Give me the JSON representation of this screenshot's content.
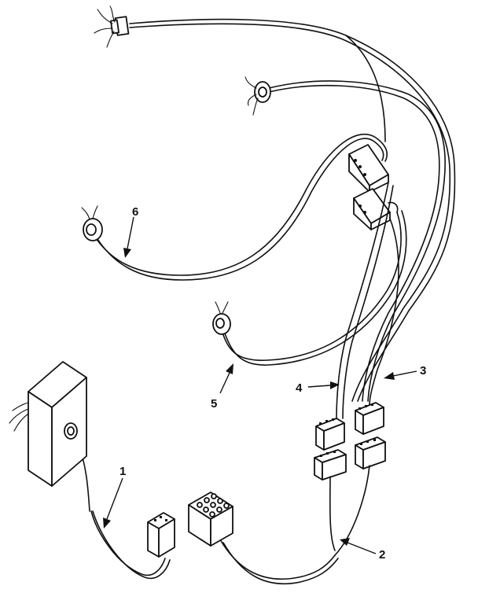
{
  "callouts": {
    "c1": "1",
    "c2": "2",
    "c3": "3",
    "c4": "4",
    "c5": "5",
    "c6": "6"
  },
  "colors": {
    "ink": "#111111",
    "background": "#ffffff"
  }
}
